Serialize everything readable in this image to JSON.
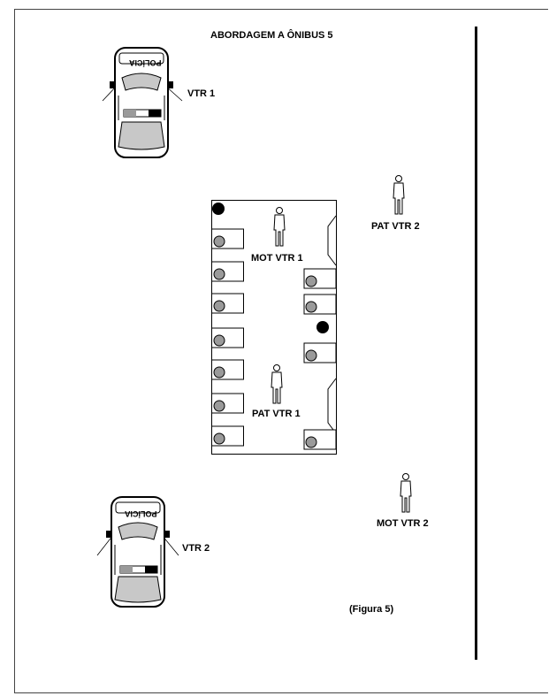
{
  "title": "ABORDAGEM A ÔNIBUS  5",
  "caption": "(Figura 5)",
  "vehicles": [
    {
      "label": "VTR 1",
      "roof_text": "POLÍCIA"
    },
    {
      "label": "VTR 2",
      "roof_text": "POLÍCIA"
    }
  ],
  "people": [
    {
      "label": "PAT VTR 2"
    },
    {
      "label": "MOT VTR 1"
    },
    {
      "label": "PAT VTR 1"
    },
    {
      "label": "MOT VTR 2"
    }
  ],
  "colors": {
    "ink": "#000000",
    "seat": "#9a9a9a",
    "car_interior": "#c8c8c8"
  },
  "icons": [
    "police-car-icon",
    "person-icon",
    "bus-seat-icon"
  ]
}
